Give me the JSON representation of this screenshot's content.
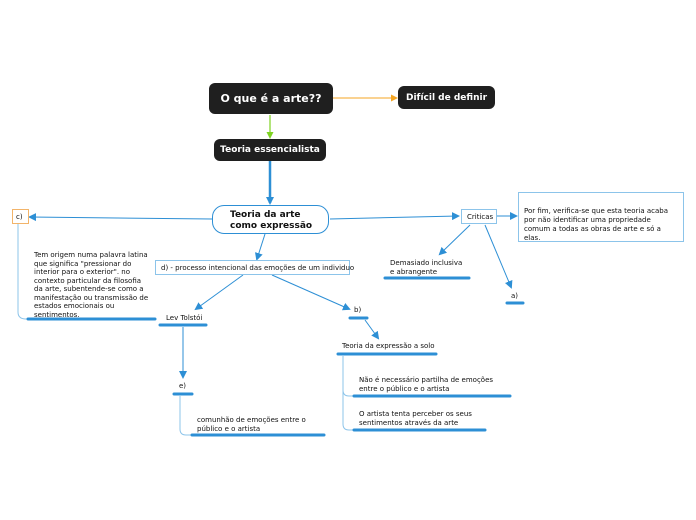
{
  "nodes": {
    "root": "O que é a arte??",
    "dificil": "Difícil de definir",
    "teoria_essencialista": "Teoria essencialista",
    "central_line1": "Teoria da arte",
    "central_line2": "como expressão",
    "c_label": "c)",
    "c_text": "Tem origem numa palavra latina que significa \"pressionar do interior para o exterior\". no contexto particular da filosofia da arte, subentende-se como a manifestação ou transmissão de estados emocionais ou sentimentos.",
    "d_label": "d) - processo intencional das emoções de um individuo",
    "lev": "Lev Tolstói",
    "e_label": "e)",
    "comunhao_line1": "comunhão de emoções entre o",
    "comunhao_line2": "público e o artista",
    "b_label": "b)",
    "solo": "Teoria da expressão a solo",
    "nao_line1": "Não é necessário partilha de emoções",
    "nao_line2": "entre o público e o artista",
    "artista_line1": "O artista tenta perceber os seus",
    "artista_line2": "sentimentos através da arte",
    "criticas": "Criticas",
    "por_fim": "Por fim, verifica-se que esta teoria acaba por não identificar uma propriedade comum a todas as obras de arte e só a elas.",
    "demasiado_line1": "Demasiado inclusiva",
    "demasiado_line2": "e abrangente",
    "a_label": "a)"
  },
  "colors": {
    "dark_node": "#1f1f1f",
    "blue_line": "#2d8fd5",
    "light_blue_line": "#8cc4ea",
    "orange_line": "#f5a623",
    "green_line": "#7ed321"
  }
}
